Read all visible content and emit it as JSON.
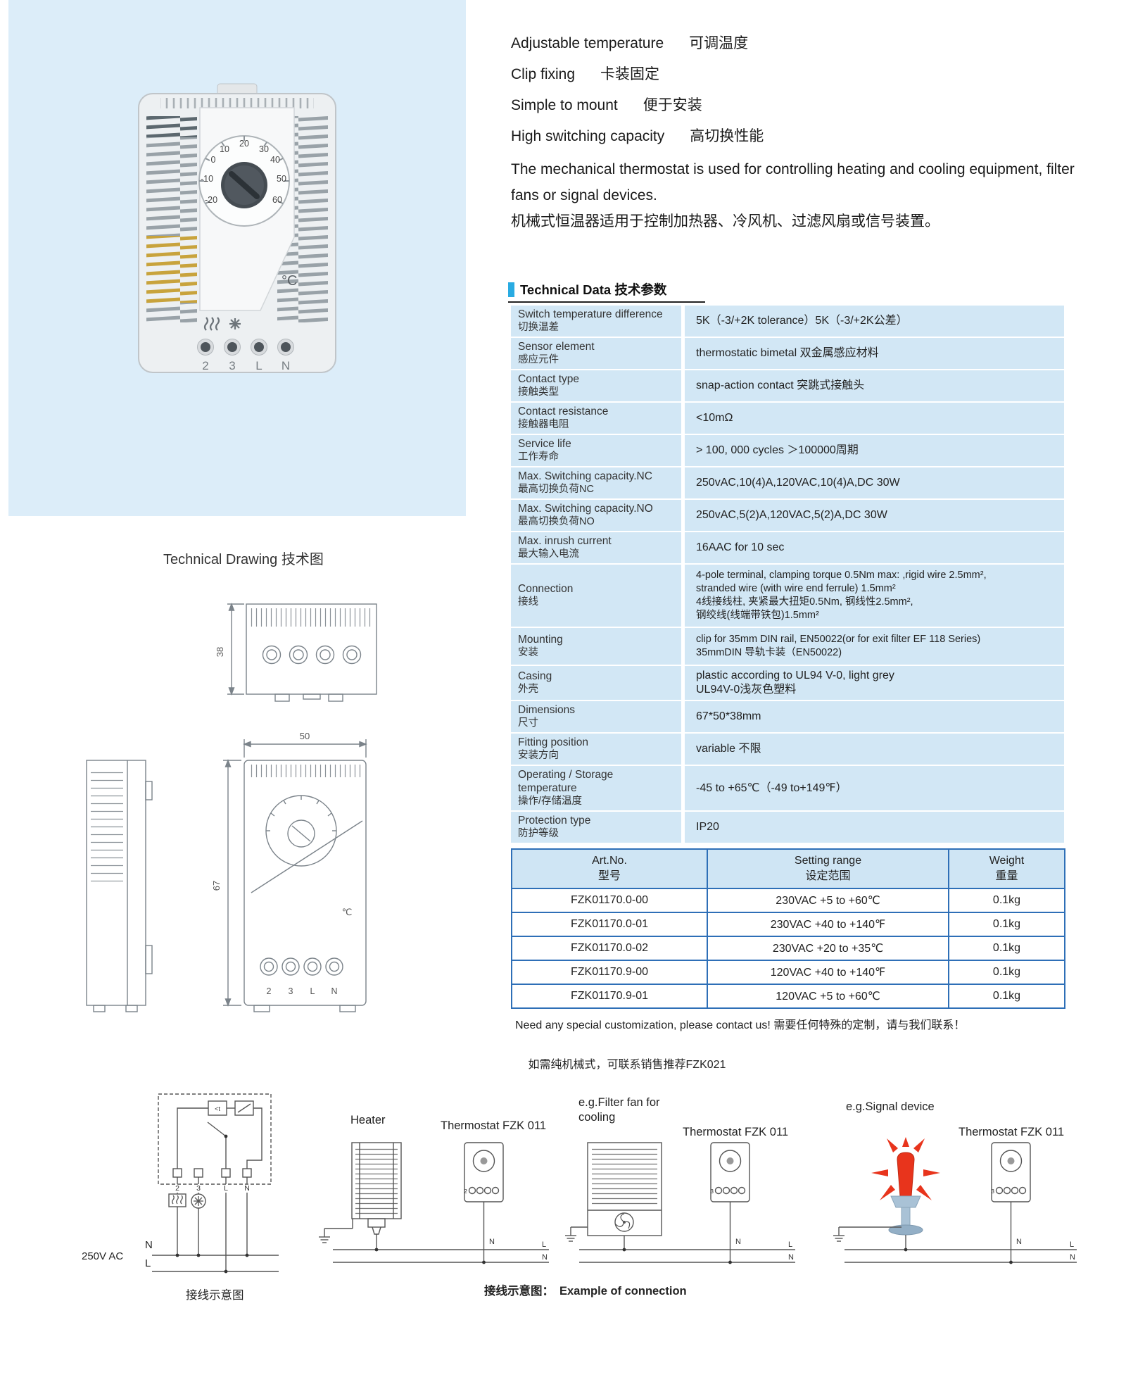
{
  "colors": {
    "panel_bg": "#dcedf9",
    "accent": "#29abe2",
    "table_row_bg": "#d2e7f5",
    "art_table_border": "#2e6fb7",
    "art_table_header_bg": "#cfe5f4",
    "signal_red": "#e8341c"
  },
  "features": [
    {
      "en": "Adjustable temperature",
      "zh": "可调温度"
    },
    {
      "en": "Clip fixing",
      "zh": "卡装固定"
    },
    {
      "en": "Simple to mount",
      "zh": "便于安装"
    },
    {
      "en": "High switching capacity",
      "zh": "高切换性能"
    }
  ],
  "description": {
    "en": "The mechanical thermostat is used for controlling heating and cooling equipment, filter fans or signal devices.",
    "zh": "机械式恒温器适用于控制加热器、冷风机、过滤风扇或信号装置。"
  },
  "tech_data": {
    "title": "Technical Data 技术参数",
    "rows": [
      {
        "label_en": "Switch temperature difference",
        "label_zh": "切换温差",
        "value": "5K（-3/+2K tolerance）5K（-3/+2K公差）"
      },
      {
        "label_en": "Sensor element",
        "label_zh": "感应元件",
        "value": "thermostatic bimetal 双金属感应材料"
      },
      {
        "label_en": "Contact type",
        "label_zh": "接触类型",
        "value": "snap-action contact 突跳式接触头"
      },
      {
        "label_en": "Contact resistance",
        "label_zh": "接触器电阻",
        "value": "<10mΩ"
      },
      {
        "label_en": "Service life",
        "label_zh": "工作寿命",
        "value": "> 100, 000 cycles ＞100000周期"
      },
      {
        "label_en": "Max. Switching capacity.NC",
        "label_zh": "最高切换负荷NC",
        "value": "250vAC,10(4)A,120VAC,10(4)A,DC 30W"
      },
      {
        "label_en": "Max. Switching capacity.NO",
        "label_zh": "最高切换负荷NO",
        "value": "250vAC,5(2)A,120VAC,5(2)A,DC 30W"
      },
      {
        "label_en": "Max. inrush current",
        "label_zh": "最大输入电流",
        "value": "16AAC for 10 sec"
      },
      {
        "label_en": "Connection",
        "label_zh": "接线",
        "value": "4-pole terminal, clamping torque 0.5Nm max: ,rigid wire 2.5mm²,\nstranded wire (with wire end ferrule) 1.5mm²\n4线接线柱, 夹紧最大扭矩0.5Nm, 钢线性2.5mm²,\n钢绞线(线端带铁包)1.5mm²"
      },
      {
        "label_en": "Mounting",
        "label_zh": "安装",
        "value": "clip for 35mm DIN rail, EN50022(or for exit filter EF 118 Series)\n35mmDIN 导轨卡装（EN50022)"
      },
      {
        "label_en": "Casing",
        "label_zh": "外壳",
        "value": "plastic according to UL94 V-0, light grey\nUL94V-0浅灰色塑料"
      },
      {
        "label_en": "Dimensions",
        "label_zh": "尺寸",
        "value": "67*50*38mm"
      },
      {
        "label_en": "Fitting position",
        "label_zh": "安装方向",
        "value": "variable 不限"
      },
      {
        "label_en": "Operating / Storage temperature",
        "label_zh": "操作/存储温度",
        "value": "-45 to +65℃（-49 to+149℉）"
      },
      {
        "label_en": "Protection type",
        "label_zh": "防护等级",
        "value": "IP20"
      }
    ]
  },
  "drawing": {
    "title": "Technical Drawing 技术图",
    "dim_depth": "38",
    "dim_width": "50",
    "dim_height": "67",
    "celsius": "℃",
    "terminals": [
      "2",
      "3",
      "L",
      "N"
    ]
  },
  "art_table": {
    "headers": [
      {
        "en": "Art.No.",
        "zh": "型号"
      },
      {
        "en": "Setting range",
        "zh": "设定范围"
      },
      {
        "en": "Weight",
        "zh": "重量"
      }
    ],
    "rows": [
      {
        "art_no": "FZK01170.0-00",
        "range": "230VAC +5 to +60℃",
        "weight": "0.1kg"
      },
      {
        "art_no": "FZK01170.0-01",
        "range": "230VAC +40 to +140℉",
        "weight": "0.1kg"
      },
      {
        "art_no": "FZK01170.0-02",
        "range": "230VAC +20 to +35℃",
        "weight": "0.1kg"
      },
      {
        "art_no": "FZK01170.9-00",
        "range": "120VAC +40 to +140℉",
        "weight": "0.1kg"
      },
      {
        "art_no": "FZK01170.9-01",
        "range": "120VAC +5 to +60℃",
        "weight": "0.1kg"
      }
    ]
  },
  "notes": {
    "note1": "Need any special customization, please contact us!  需要任何特殊的定制，请与我们联系！",
    "note2": "如需纯机械式，可联系销售推荐FZK021"
  },
  "wiring": {
    "voltage": "250V AC",
    "neutral": "N",
    "line": "L",
    "schematic_caption": "接线示意图",
    "caption_zh": "接线示意图：",
    "caption_en": "Example of connection",
    "heater": "Heater",
    "thermostat": "Thermostat FZK 011",
    "filter_fan": "e.g.Filter fan for cooling",
    "signal": "e.g.Signal device",
    "sensor_symbol": "<t",
    "terminals": [
      "2",
      "3",
      "L",
      "N"
    ]
  },
  "product": {
    "dial": [
      "10",
      "20",
      "30",
      "0",
      "40",
      "-10",
      "50",
      "-20",
      "60"
    ],
    "celsius": "°C",
    "terminals": [
      "2",
      "3",
      "L",
      "N"
    ]
  }
}
